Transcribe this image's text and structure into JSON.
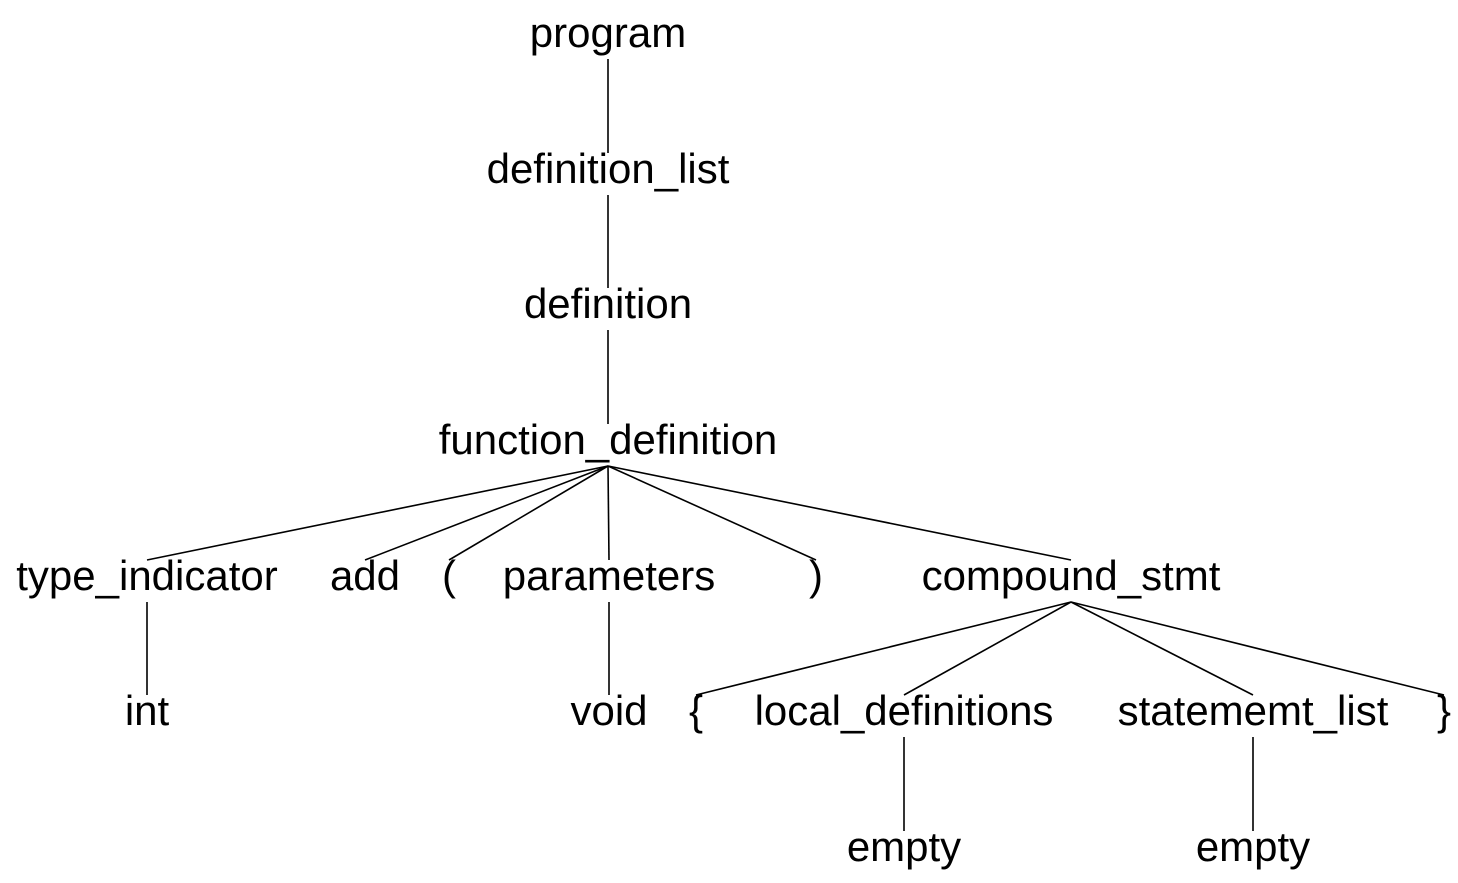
{
  "tree": {
    "nodes": [
      {
        "id": "n_program",
        "label": "program",
        "parent": null
      },
      {
        "id": "n_definition_list",
        "label": "definition_list",
        "parent": "n_program"
      },
      {
        "id": "n_definition",
        "label": "definition",
        "parent": "n_definition_list"
      },
      {
        "id": "n_function_definition",
        "label": "function_definition",
        "parent": "n_definition"
      },
      {
        "id": "n_type_indicator",
        "label": "type_indicator",
        "parent": "n_function_definition"
      },
      {
        "id": "n_add",
        "label": "add",
        "parent": "n_function_definition"
      },
      {
        "id": "n_lparen",
        "label": "(",
        "parent": "n_function_definition"
      },
      {
        "id": "n_parameters",
        "label": "parameters",
        "parent": "n_function_definition"
      },
      {
        "id": "n_rparen",
        "label": ")",
        "parent": "n_function_definition"
      },
      {
        "id": "n_compound_stmt",
        "label": "compound_stmt",
        "parent": "n_function_definition"
      },
      {
        "id": "n_int",
        "label": "int",
        "parent": "n_type_indicator"
      },
      {
        "id": "n_void",
        "label": "void",
        "parent": "n_parameters"
      },
      {
        "id": "n_lbrace",
        "label": "{",
        "parent": "n_compound_stmt"
      },
      {
        "id": "n_local_definitions",
        "label": "local_definitions",
        "parent": "n_compound_stmt"
      },
      {
        "id": "n_statememt_list",
        "label": "statememt_list",
        "parent": "n_compound_stmt"
      },
      {
        "id": "n_rbrace",
        "label": "}",
        "parent": "n_compound_stmt"
      },
      {
        "id": "n_empty_1",
        "label": "empty",
        "parent": "n_local_definitions"
      },
      {
        "id": "n_empty_2",
        "label": "empty",
        "parent": "n_statememt_list"
      }
    ]
  }
}
